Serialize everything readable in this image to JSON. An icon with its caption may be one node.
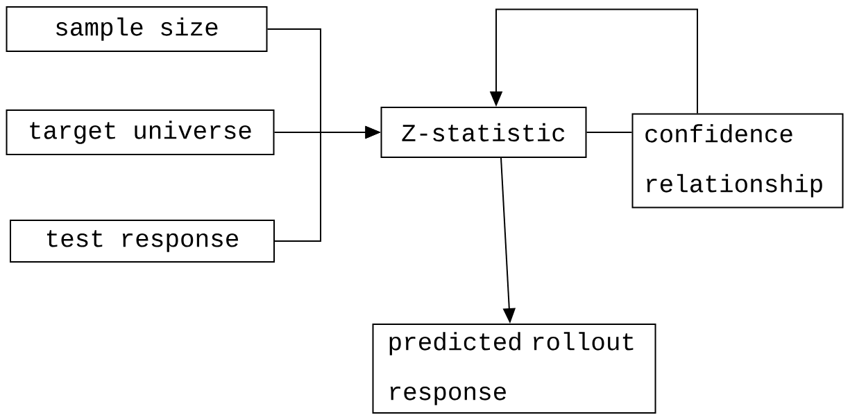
{
  "diagram": {
    "nodes": [
      {
        "text": [
          "sample size"
        ]
      },
      {
        "text": [
          "target universe"
        ]
      },
      {
        "text": [
          "test response"
        ]
      },
      {
        "text": [
          "Z-statistic"
        ]
      },
      {
        "text": [
          "confidence relationship"
        ]
      },
      {
        "text": [
          "predicted rollout response"
        ]
      }
    ],
    "edges": [
      {
        "from": 0,
        "to": 3,
        "arrow": "to"
      },
      {
        "from": 1,
        "to": 3,
        "arrow": "to"
      },
      {
        "from": 2,
        "to": 3,
        "arrow": "to"
      },
      {
        "from": 3,
        "to": 4,
        "arrow": "none"
      },
      {
        "from": 4,
        "to": 3,
        "arrow": "to"
      },
      {
        "from": 3,
        "to": 5,
        "arrow": "to"
      }
    ]
  }
}
